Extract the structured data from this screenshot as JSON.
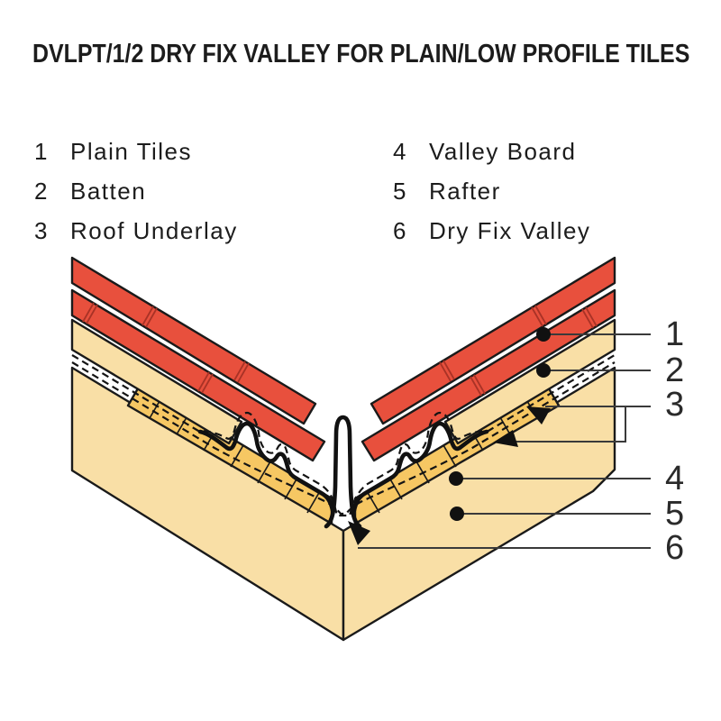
{
  "title": "DVLPT/1/2 DRY FIX VALLEY FOR PLAIN/LOW PROFILE TILES",
  "legend": {
    "items": [
      {
        "num": "1",
        "label": "Plain Tiles"
      },
      {
        "num": "2",
        "label": "Batten"
      },
      {
        "num": "3",
        "label": "Roof Underlay"
      },
      {
        "num": "4",
        "label": "Valley Board"
      },
      {
        "num": "5",
        "label": "Rafter"
      },
      {
        "num": "6",
        "label": "Dry Fix Valley"
      }
    ]
  },
  "callouts": {
    "numbers": [
      "1",
      "2",
      "3",
      "4",
      "5",
      "6"
    ]
  },
  "colors": {
    "tile_red": "#E8503D",
    "tile_joint": "#A93226",
    "wood_light": "#F9DFA6",
    "valley_board": "#F6C763",
    "outline": "#1A1A1A",
    "callout_line": "#3A3A3A"
  }
}
